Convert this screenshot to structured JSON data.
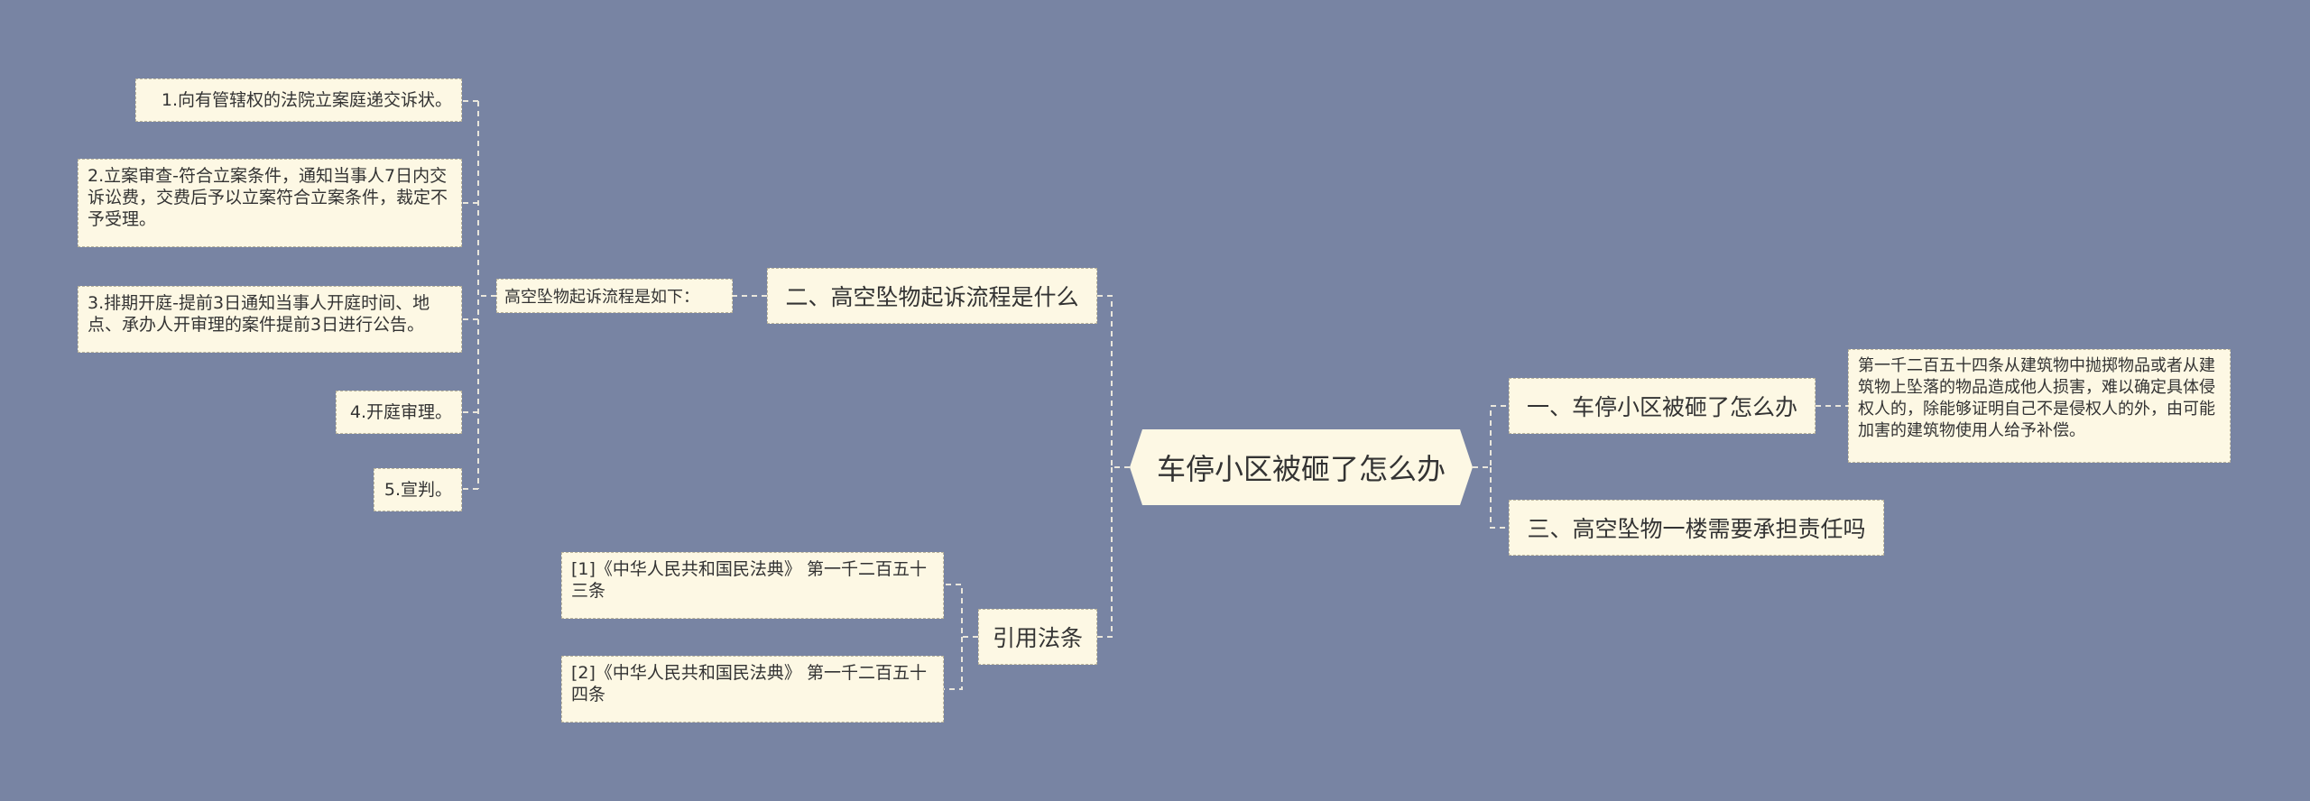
{
  "root": "车停小区被砸了怎么办",
  "branch1": {
    "title": "一、车停小区被砸了怎么办",
    "detail": "第一千二百五十四条从建筑物中抛掷物品或者从建筑物上坠落的物品造成他人损害，难以确定具体侵权人的，除能够证明自己不是侵权人的外，由可能加害的建筑物使用人给予补偿。"
  },
  "branch3": {
    "title": "三、高空坠物一楼需要承担责任吗"
  },
  "branch2": {
    "title": "二、高空坠物起诉流程是什么",
    "intro": "高空坠物起诉流程是如下：",
    "steps": [
      "1.向有管辖权的法院立案庭递交诉状。",
      "2.立案审查-符合立案条件，通知当事人7日内交诉讼费，交费后予以立案符合立案条件，裁定不予受理。",
      "3.排期开庭-提前3日通知当事人开庭时间、地点、承办人开审理的案件提前3日进行公告。",
      "4.开庭审理。",
      "5.宣判。"
    ]
  },
  "refs": {
    "title": "引用法条",
    "items": [
      "[1]《中华人民共和国民法典》 第一千二百五十三条",
      "[2]《中华人民共和国民法典》 第一千二百五十四条"
    ]
  }
}
